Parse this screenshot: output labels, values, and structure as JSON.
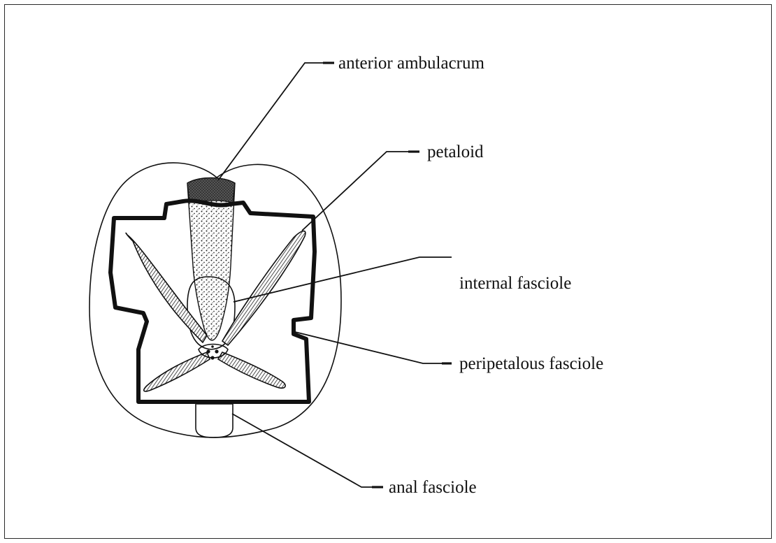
{
  "diagram": {
    "labels": {
      "anterior_ambulacrum": "anterior ambulacrum",
      "petaloid": "petaloid",
      "internal_fasciole": "internal fasciole",
      "peripetalous_fasciole": "peripetalous fasciole",
      "anal_fasciole": "anal fasciole"
    }
  }
}
